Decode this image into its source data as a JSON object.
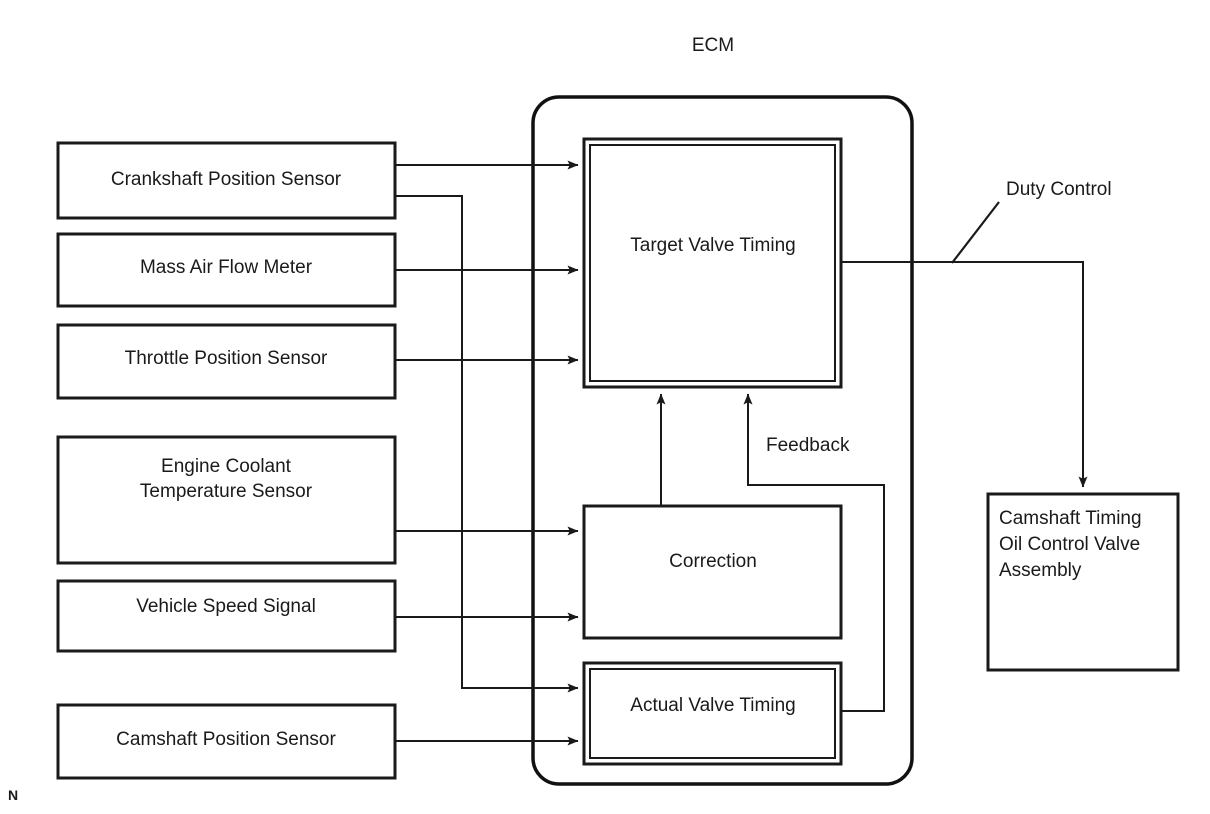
{
  "diagram": {
    "title_label": "ECM",
    "corner_marker": "N",
    "colors": {
      "stroke": "#1a1a1a",
      "background": "#ffffff",
      "ecm_stroke": "#111111"
    },
    "sensors": [
      {
        "id": "crankshaft-position-sensor",
        "label": "Crankshaft Position Sensor"
      },
      {
        "id": "mass-air-flow-meter",
        "label": "Mass Air Flow Meter"
      },
      {
        "id": "throttle-position-sensor",
        "label": "Throttle Position Sensor"
      },
      {
        "id": "engine-coolant-temperature-sensor",
        "label": "Engine Coolant\nTemperature Sensor",
        "line1": "Engine Coolant",
        "line2": "Temperature Sensor"
      },
      {
        "id": "vehicle-speed-signal",
        "label": "Vehicle Speed Signal"
      },
      {
        "id": "camshaft-position-sensor",
        "label": "Camshaft Position Sensor"
      }
    ],
    "ecm_blocks": [
      {
        "id": "target-valve-timing",
        "label": "Target Valve Timing"
      },
      {
        "id": "correction",
        "label": "Correction"
      },
      {
        "id": "actual-valve-timing",
        "label": "Actual Valve Timing"
      }
    ],
    "output": {
      "id": "camshaft-timing-oil-control-valve-assembly",
      "line1": "Camshaft Timing",
      "line2": "Oil Control Valve",
      "line3": "Assembly"
    },
    "signal_labels": [
      {
        "id": "duty-control",
        "label": "Duty Control"
      },
      {
        "id": "feedback",
        "label": "Feedback"
      }
    ],
    "connections": [
      {
        "from": "crankshaft-position-sensor",
        "to": "target-valve-timing"
      },
      {
        "from": "crankshaft-position-sensor",
        "to": "actual-valve-timing"
      },
      {
        "from": "mass-air-flow-meter",
        "to": "target-valve-timing"
      },
      {
        "from": "throttle-position-sensor",
        "to": "target-valve-timing"
      },
      {
        "from": "engine-coolant-temperature-sensor",
        "to": "correction"
      },
      {
        "from": "vehicle-speed-signal",
        "to": "correction"
      },
      {
        "from": "camshaft-position-sensor",
        "to": "actual-valve-timing"
      },
      {
        "from": "correction",
        "to": "target-valve-timing"
      },
      {
        "from": "actual-valve-timing",
        "to": "target-valve-timing",
        "label": "Feedback"
      },
      {
        "from": "target-valve-timing",
        "to": "camshaft-timing-oil-control-valve-assembly",
        "label": "Duty Control"
      }
    ]
  }
}
